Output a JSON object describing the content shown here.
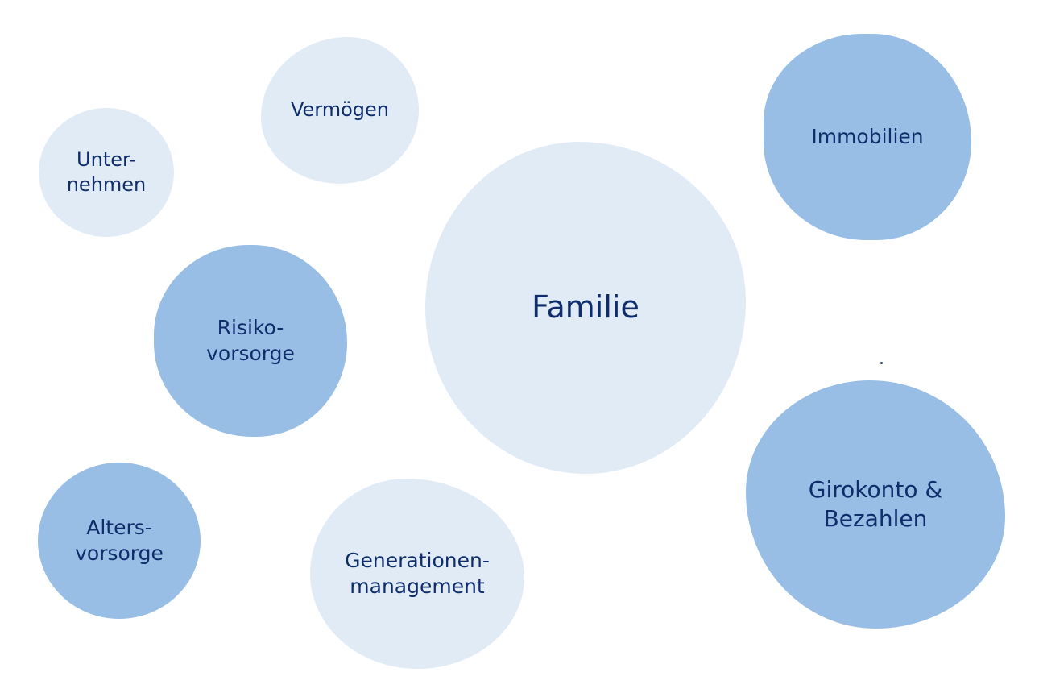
{
  "colors": {
    "light_bubble": "#e1ebf6",
    "dark_bubble": "#98bee6",
    "text": "#0f2d6b",
    "background": "#ffffff"
  },
  "bubbles": {
    "familie": {
      "label": "Familie",
      "tone": "light"
    },
    "vermoegen": {
      "label": "Vermögen",
      "tone": "light"
    },
    "unternehmen": {
      "label": "Unter-\nnehmen",
      "tone": "light"
    },
    "immobilien": {
      "label": "Immobilien",
      "tone": "dark"
    },
    "risikovorsorge": {
      "label": "Risiko-\nvorsorge",
      "tone": "dark"
    },
    "altersvorsorge": {
      "label": "Alters-\nvorsorge",
      "tone": "dark"
    },
    "generationenmanagement": {
      "label": "Generationen-\nmanagement",
      "tone": "light"
    },
    "girokonto": {
      "label": "Girokonto &\nBezahlen",
      "tone": "dark"
    }
  }
}
